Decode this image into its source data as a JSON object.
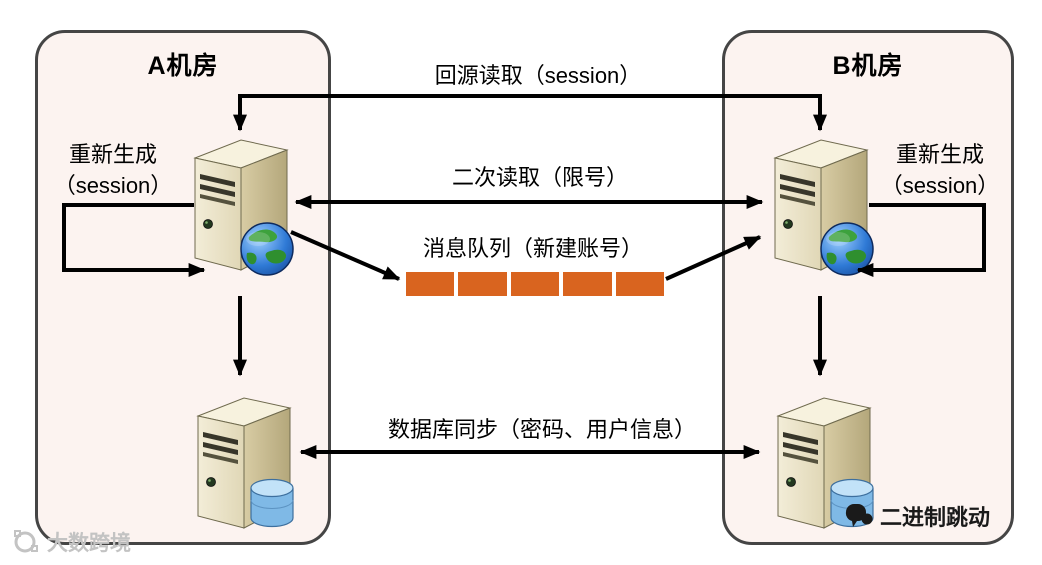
{
  "zones": {
    "left": {
      "title": "A机房"
    },
    "right": {
      "title": "B机房"
    }
  },
  "flows": {
    "origin_read": "回源读取（session）",
    "second_read": "二次读取（限号）",
    "message_queue": "消息队列（新建账号）",
    "db_sync": "数据库同步（密码、用户信息）"
  },
  "side_labels": {
    "left_regen_line1": "重新生成",
    "left_regen_line2": "（session）",
    "right_regen_line1": "重新生成",
    "right_regen_line2": "（session）"
  },
  "watermarks": {
    "bottom_left": "大数跨境",
    "bottom_right": "二进制跳动"
  },
  "queue": {
    "segments": 5
  },
  "icons": {
    "web_server": "server-tower-with-globe-icon",
    "db_server": "server-tower-with-database-icon",
    "globe": "globe-icon",
    "database": "database-cylinder-icon",
    "bottom_left_logo": "gray-brand-logo-icon",
    "bottom_right_logo": "speech-bubbles-logo-icon"
  },
  "colors": {
    "zone_fill": "#fcf3f0",
    "zone_border": "#454545",
    "queue_orange": "#d9641f",
    "arrow": "#000000",
    "watermark_gray": "#c3c3c3",
    "watermark_black": "#1a1a1a",
    "server_beige": "#e8e0c4",
    "globe_blue": "#2f7ad6",
    "database_blue": "#7fb9e6"
  }
}
